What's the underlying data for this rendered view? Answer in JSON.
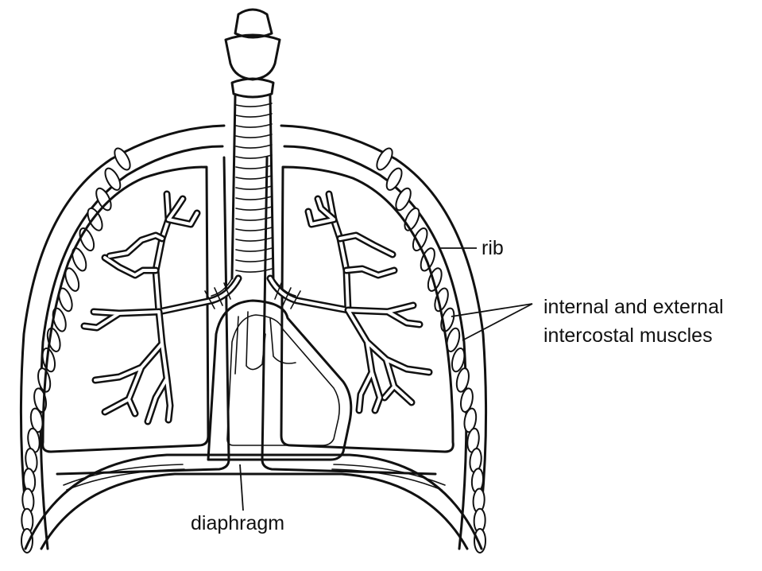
{
  "labels": {
    "rib": "rib",
    "intercostal_line1": "internal and external",
    "intercostal_line2": "intercostal muscles",
    "diaphragm": "diaphragm"
  },
  "colors": {
    "ink": "#111111",
    "background": "#ffffff"
  }
}
